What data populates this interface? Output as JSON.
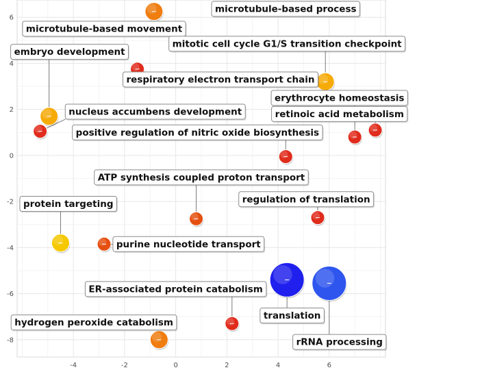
{
  "chart_data": {
    "type": "scatter",
    "title": "",
    "xlabel": "",
    "ylabel": "",
    "xlim": [
      -6.2,
      8.2
    ],
    "ylim": [
      -8.75,
      6.75
    ],
    "xticks": [
      -4,
      -2,
      0,
      2,
      4,
      6
    ],
    "yticks": [
      -8,
      -6,
      -4,
      -2,
      0,
      2,
      4,
      6
    ],
    "grid": true,
    "legend": "none",
    "points": [
      {
        "label": "microtubule-based process",
        "x": 2.8,
        "y": 6.4,
        "size": 1,
        "color": "#e02c1c",
        "lx": 4.3,
        "ly": 6.7
      },
      {
        "label": "microtubule-based movement",
        "x": -0.85,
        "y": 6.25,
        "size": 2,
        "color": "#ef7d0f",
        "lx": -2.8,
        "ly": 5.5
      },
      {
        "label": "mitotic cell cycle G1/S transition checkpoint",
        "x": 5.85,
        "y": 3.2,
        "size": 2,
        "color": "#f6ab08",
        "lx": 4.35,
        "ly": 4.85
      },
      {
        "label": "embryo development",
        "x": -4.95,
        "y": 1.7,
        "size": 2,
        "color": "#f6ab08",
        "lx": -4.15,
        "ly": 4.5
      },
      {
        "label": "respiratory electron transport chain",
        "x": -1.5,
        "y": 3.75,
        "size": 1,
        "color": "#e02c1c",
        "lx": 1.75,
        "ly": 3.3
      },
      {
        "label": "nucleus accumbens development",
        "x": -5.3,
        "y": 1.05,
        "size": 1,
        "color": "#e02c1c",
        "lx": -0.8,
        "ly": 1.9
      },
      {
        "label": "erythrocyte homeostasis",
        "x": 7.0,
        "y": 0.8,
        "size": 1,
        "color": "#e02c1c",
        "lx": 6.4,
        "ly": 2.5
      },
      {
        "label": "retinoic acid metabolism",
        "x": 7.8,
        "y": 1.1,
        "size": 1,
        "color": "#e02c1c",
        "lx": 6.4,
        "ly": 1.8
      },
      {
        "label": "positive regulation of nitric oxide biosynthesis",
        "x": 4.3,
        "y": -0.05,
        "size": 1,
        "color": "#e02c1c",
        "lx": 0.85,
        "ly": 1.0
      },
      {
        "label": "ATP synthesis coupled proton transport",
        "x": 0.8,
        "y": -2.75,
        "size": 1,
        "color": "#e54f10",
        "lx": 1.0,
        "ly": -0.95
      },
      {
        "label": "regulation of translation",
        "x": 5.55,
        "y": -2.7,
        "size": 1,
        "color": "#e02c1c",
        "lx": 5.1,
        "ly": -1.9
      },
      {
        "label": "protein targeting",
        "x": -4.5,
        "y": -3.8,
        "size": 2,
        "color": "#f5c800",
        "lx": -4.2,
        "ly": -2.1
      },
      {
        "label": "purine nucleotide transport",
        "x": -2.8,
        "y": -3.85,
        "size": 1,
        "color": "#e54f10",
        "lx": 0.5,
        "ly": -3.85
      },
      {
        "label": "ER-associated protein catabolism",
        "x": 2.2,
        "y": -7.3,
        "size": 1,
        "color": "#e02c1c",
        "lx": 0.0,
        "ly": -5.8
      },
      {
        "label": "translation",
        "x": 4.35,
        "y": -5.4,
        "size": 4,
        "color": "#2020ee",
        "lx": 4.55,
        "ly": -6.95
      },
      {
        "label": "rRNA processing",
        "x": 6.0,
        "y": -5.55,
        "size": 4,
        "color": "#2e55ee",
        "lx": 6.4,
        "ly": -8.1
      },
      {
        "label": "hydrogen peroxide catabolism",
        "x": -0.65,
        "y": -8.0,
        "size": 2,
        "color": "#ef7d0f",
        "lx": -3.2,
        "ly": -7.25
      }
    ]
  }
}
